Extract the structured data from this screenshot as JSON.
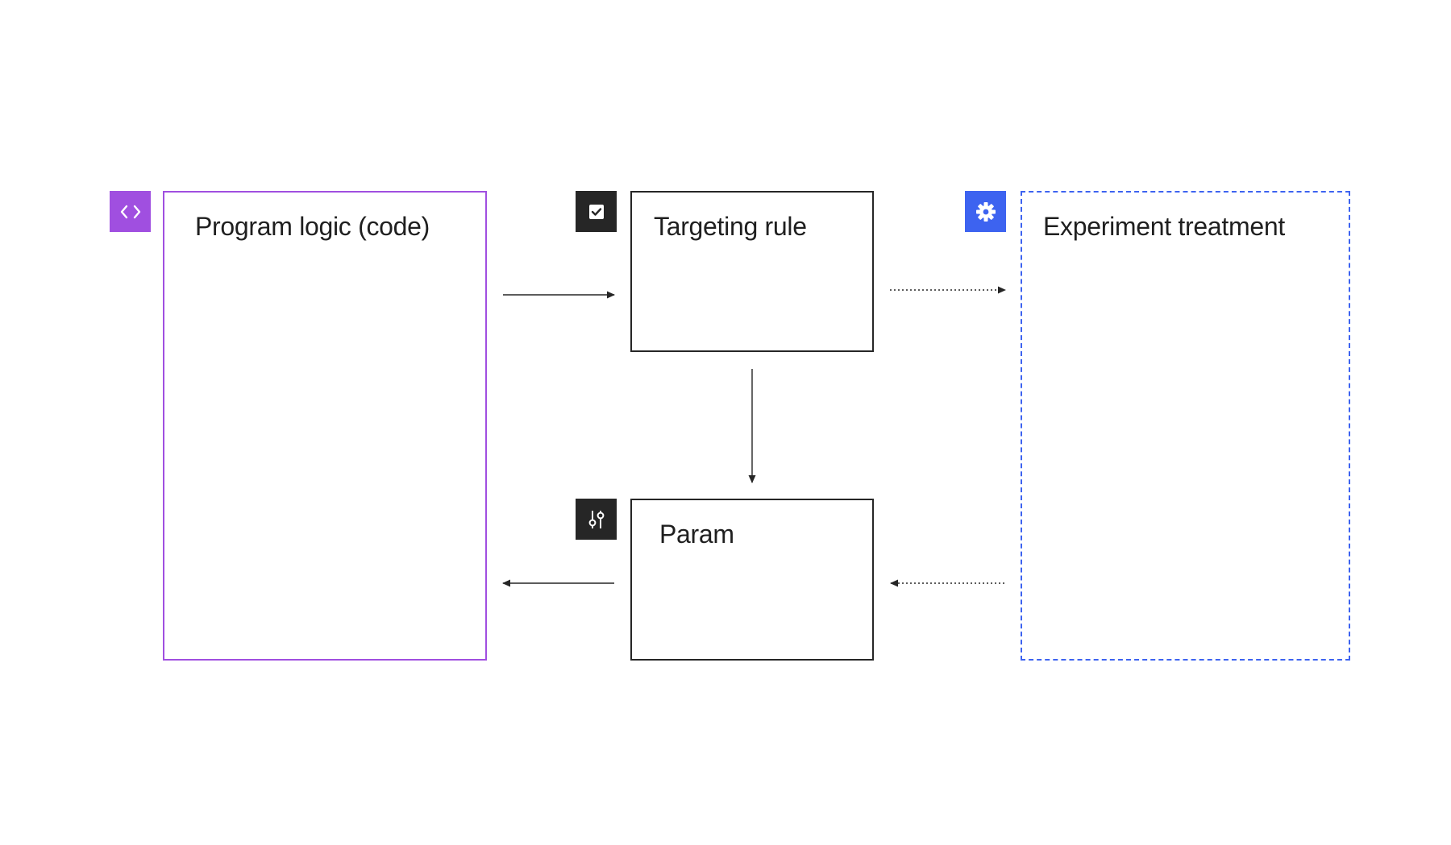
{
  "nodes": {
    "program": {
      "label": "Program logic (code)",
      "icon": "code-brackets-icon"
    },
    "targeting": {
      "label": "Targeting rule",
      "icon": "checkbox-icon"
    },
    "param": {
      "label": "Param",
      "icon": "sliders-icon"
    },
    "experiment": {
      "label": "Experiment treatment",
      "icon": "gear-icon"
    }
  },
  "edges": [
    {
      "from": "program",
      "to": "targeting",
      "style": "solid"
    },
    {
      "from": "targeting",
      "to": "experiment",
      "style": "dotted"
    },
    {
      "from": "targeting",
      "to": "param",
      "style": "solid"
    },
    {
      "from": "experiment",
      "to": "param",
      "style": "dotted"
    },
    {
      "from": "param",
      "to": "program",
      "style": "solid"
    }
  ],
  "colors": {
    "program": "#a04fe0",
    "dark": "#262626",
    "experiment": "#3d63f0",
    "background": "#ffffff"
  }
}
